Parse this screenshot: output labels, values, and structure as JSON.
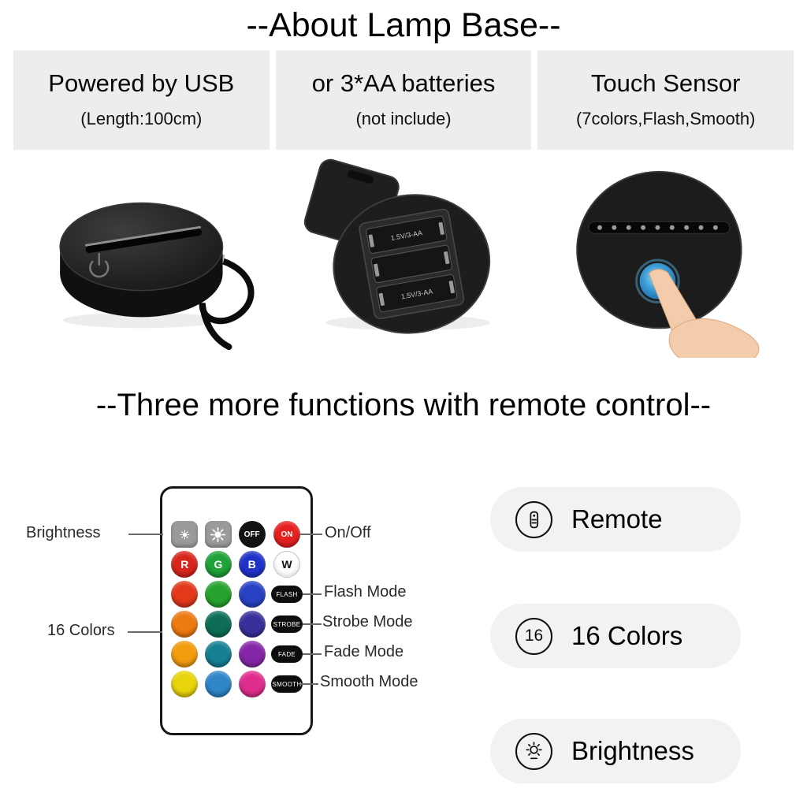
{
  "titles": {
    "about": "--About Lamp Base--",
    "functions": "--Three more functions with remote control--"
  },
  "panels": [
    {
      "heading": "Powered by USB",
      "subheading": "(Length:100cm)"
    },
    {
      "heading": "or 3*AA batteries",
      "subheading": "(not include)"
    },
    {
      "heading": "Touch Sensor",
      "subheading": "(7colors,Flash,Smooth)"
    }
  ],
  "photos": {
    "battery_slot_label": "1.5V/3-AA"
  },
  "remote": {
    "off_label": "OFF",
    "on_label": "ON",
    "letter_buttons": [
      "R",
      "G",
      "B",
      "W"
    ],
    "letter_colors": [
      "#d8261c",
      "#1fa238",
      "#2033c8",
      "#ffffff"
    ],
    "mode_buttons": [
      "FLASH",
      "STROBE",
      "FADE",
      "SMOOTH"
    ],
    "color_grid": [
      [
        "#e2391b",
        "#27a22e",
        "#2742c4"
      ],
      [
        "#ee7a12",
        "#0d6e55",
        "#39309c"
      ],
      [
        "#f29d0d",
        "#177f93",
        "#8526a8"
      ],
      [
        "#e8d40a",
        "#2f86c8",
        "#df2d8d"
      ]
    ],
    "callouts": {
      "brightness": "Brightness",
      "on_off": "On/Off",
      "flash": "Flash Mode",
      "strobe": "Strobe Mode",
      "fade": "Fade Mode",
      "smooth": "Smooth Mode",
      "colors16": "16 Colors"
    }
  },
  "features": [
    {
      "label": "Remote"
    },
    {
      "badge": "16",
      "label": "16 Colors"
    },
    {
      "label": "Brightness"
    }
  ]
}
